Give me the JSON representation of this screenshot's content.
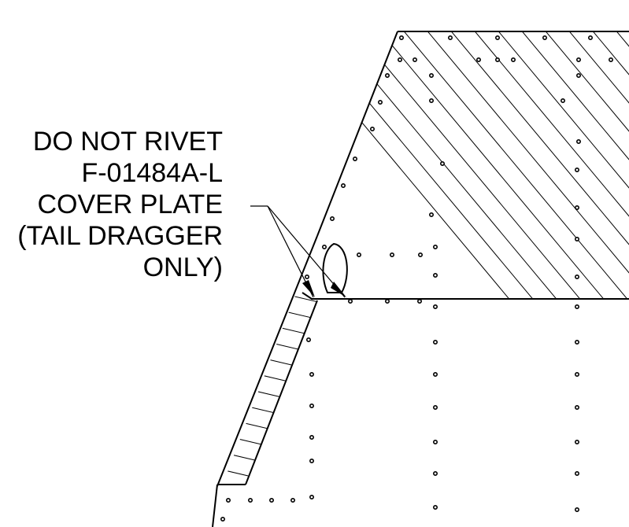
{
  "callout": {
    "lines": [
      "DO NOT RIVET",
      "F-01484A-L",
      "COVER PLATE",
      "(TAIL DRAGGER",
      "ONLY)"
    ]
  },
  "colors": {
    "ink": "#000000",
    "paper": "#ffffff"
  }
}
